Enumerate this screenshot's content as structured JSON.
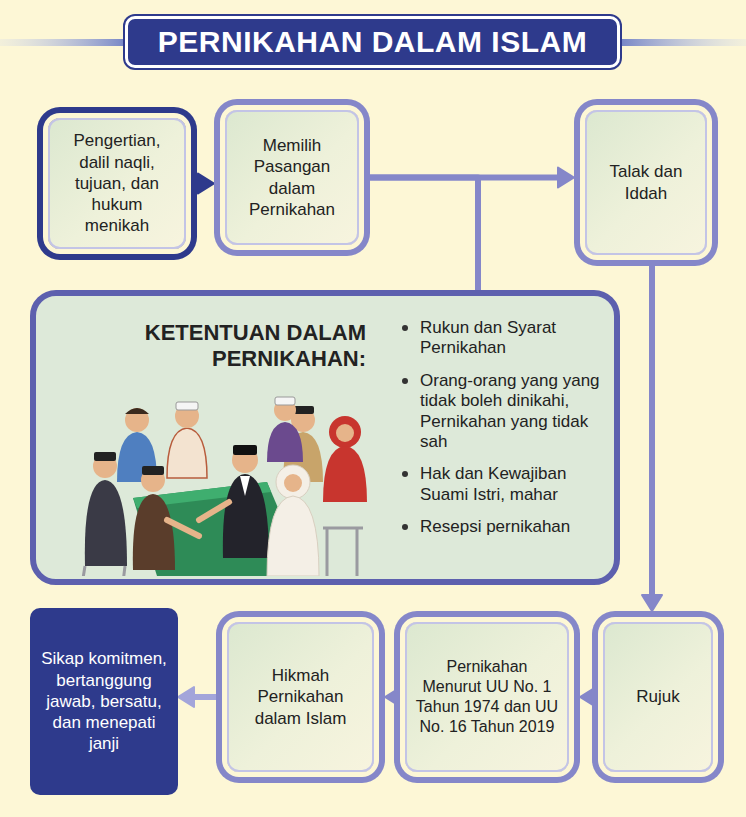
{
  "diagram": {
    "title": "PERNIKAHAN DALAM ISLAM",
    "nodes": [
      {
        "text": [
          "Pengertian, dalil naqli, tujuan, dan hukum menikah"
        ]
      },
      {
        "text": [
          "Memilih Pasangan dalam Pernikahan"
        ]
      },
      {
        "text": [
          "Talak dan Iddah"
        ]
      },
      {
        "text": [
          "KETENTUAN DALAM PERNIKAHAN:",
          "Rukun dan Syarat Pernikahan",
          "Orang-orang yang yang tidak boleh dinikahi, Pernikahan yang tidak sah",
          "Hak dan Kewajiban Suami Istri, mahar",
          "Resepsi pernikahan"
        ]
      },
      {
        "text": [
          "Rujuk"
        ]
      },
      {
        "text": [
          "Pernikahan Menurut UU No. 1 Tahun 1974 dan UU No. 16 Tahun 2019"
        ]
      },
      {
        "text": [
          "Hikmah Pernikahan dalam Islam"
        ]
      },
      {
        "text": [
          "Sikap komitmen, bertanggung jawab, bersatu, dan menepati janji"
        ]
      }
    ],
    "edges": [
      {
        "from": 0,
        "to": 1,
        "arrow": "to"
      },
      {
        "from": 1,
        "to": 2,
        "arrow": "to"
      },
      {
        "from": 1,
        "to": 3,
        "arrow": "none"
      },
      {
        "from": 2,
        "to": 4,
        "arrow": "to"
      },
      {
        "from": 4,
        "to": 5,
        "arrow": "to"
      },
      {
        "from": 5,
        "to": 6,
        "arrow": "to"
      },
      {
        "from": 6,
        "to": 7,
        "arrow": "to"
      }
    ]
  }
}
